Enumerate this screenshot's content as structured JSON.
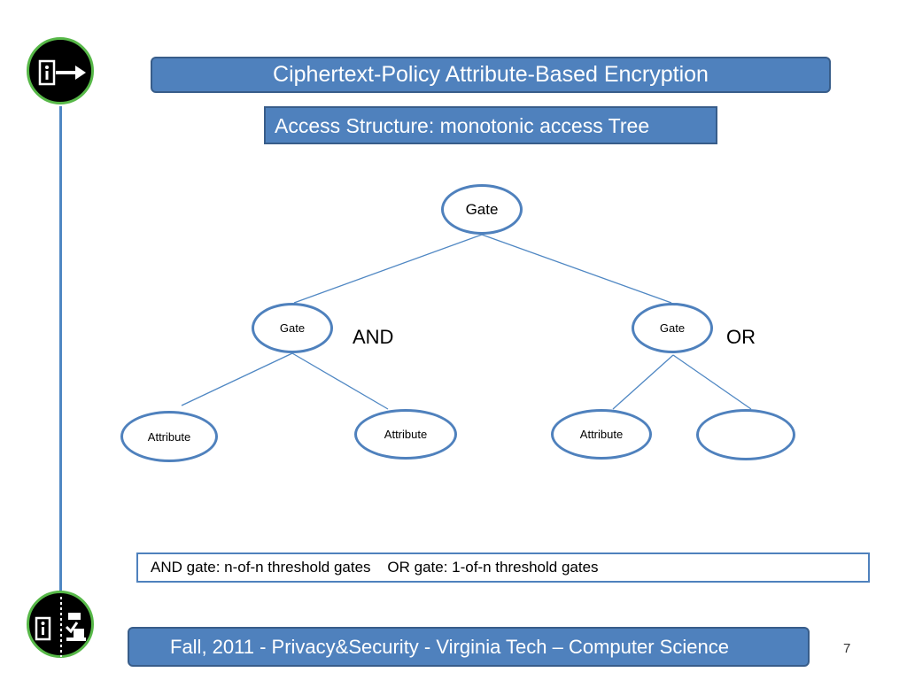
{
  "slide": {
    "title": "Ciphertext-Policy Attribute-Based Encryption",
    "subtitle": "Access Structure: monotonic access Tree"
  },
  "tree": {
    "root": {
      "label": "Gate"
    },
    "left_gate": {
      "label": "Gate",
      "type_label": "AND"
    },
    "right_gate": {
      "label": "Gate",
      "type_label": "OR"
    },
    "leaves": [
      {
        "label": "Attribute"
      },
      {
        "label": "Attribute"
      },
      {
        "label": "Attribute"
      },
      {
        "label": ""
      }
    ]
  },
  "definition": "AND gate: n-of-n threshold gates    OR gate: 1-of-n threshold gates",
  "footer": {
    "text": "Fall, 2011  - Privacy&Security  - Virginia Tech – Computer Science",
    "page_number": "7"
  },
  "colors": {
    "banner_fill": "#4f81bd",
    "banner_border": "#385d8a",
    "badge_ring": "#57b848",
    "line": "#4f87c3"
  },
  "icons": {
    "top_badge": "document-arrow-icon",
    "bottom_badge": "document-checkpoint-icon"
  }
}
